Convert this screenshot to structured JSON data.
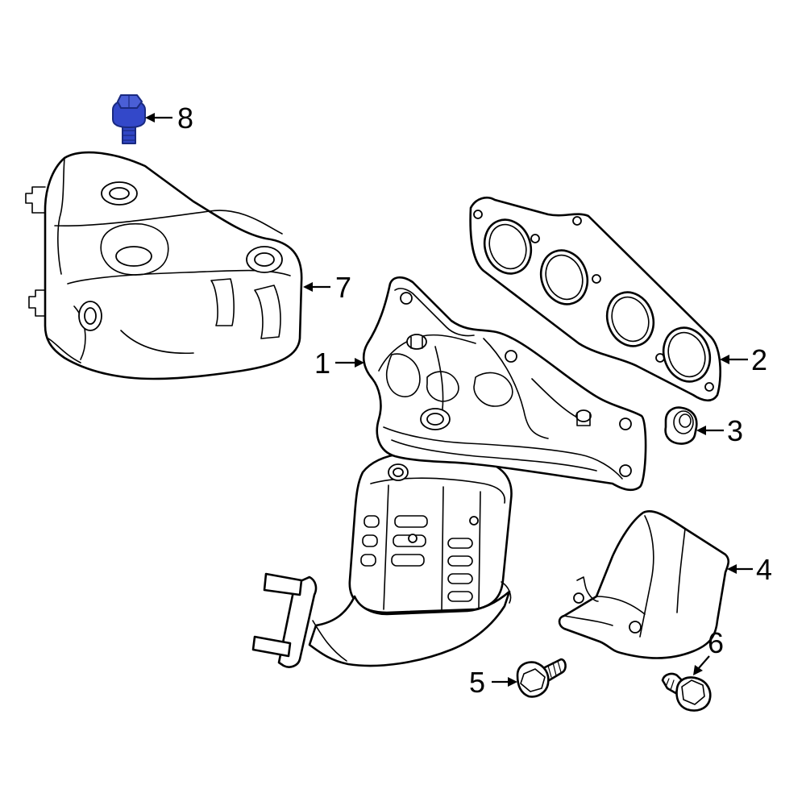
{
  "diagram": {
    "background": "#ffffff",
    "line_color": "#000000",
    "highlight_color": "#2f45c4"
  },
  "callouts": [
    {
      "id": "1",
      "label": "1",
      "part": "exhaust-manifold-with-catalytic-converter"
    },
    {
      "id": "2",
      "label": "2",
      "part": "manifold-gasket"
    },
    {
      "id": "3",
      "label": "3",
      "part": "nut"
    },
    {
      "id": "4",
      "label": "4",
      "part": "support-bracket"
    },
    {
      "id": "5",
      "label": "5",
      "part": "bolt"
    },
    {
      "id": "6",
      "label": "6",
      "part": "bolt"
    },
    {
      "id": "7",
      "label": "7",
      "part": "heat-shield"
    },
    {
      "id": "8",
      "label": "8",
      "part": "heat-shield-bolt",
      "highlighted": true
    }
  ]
}
